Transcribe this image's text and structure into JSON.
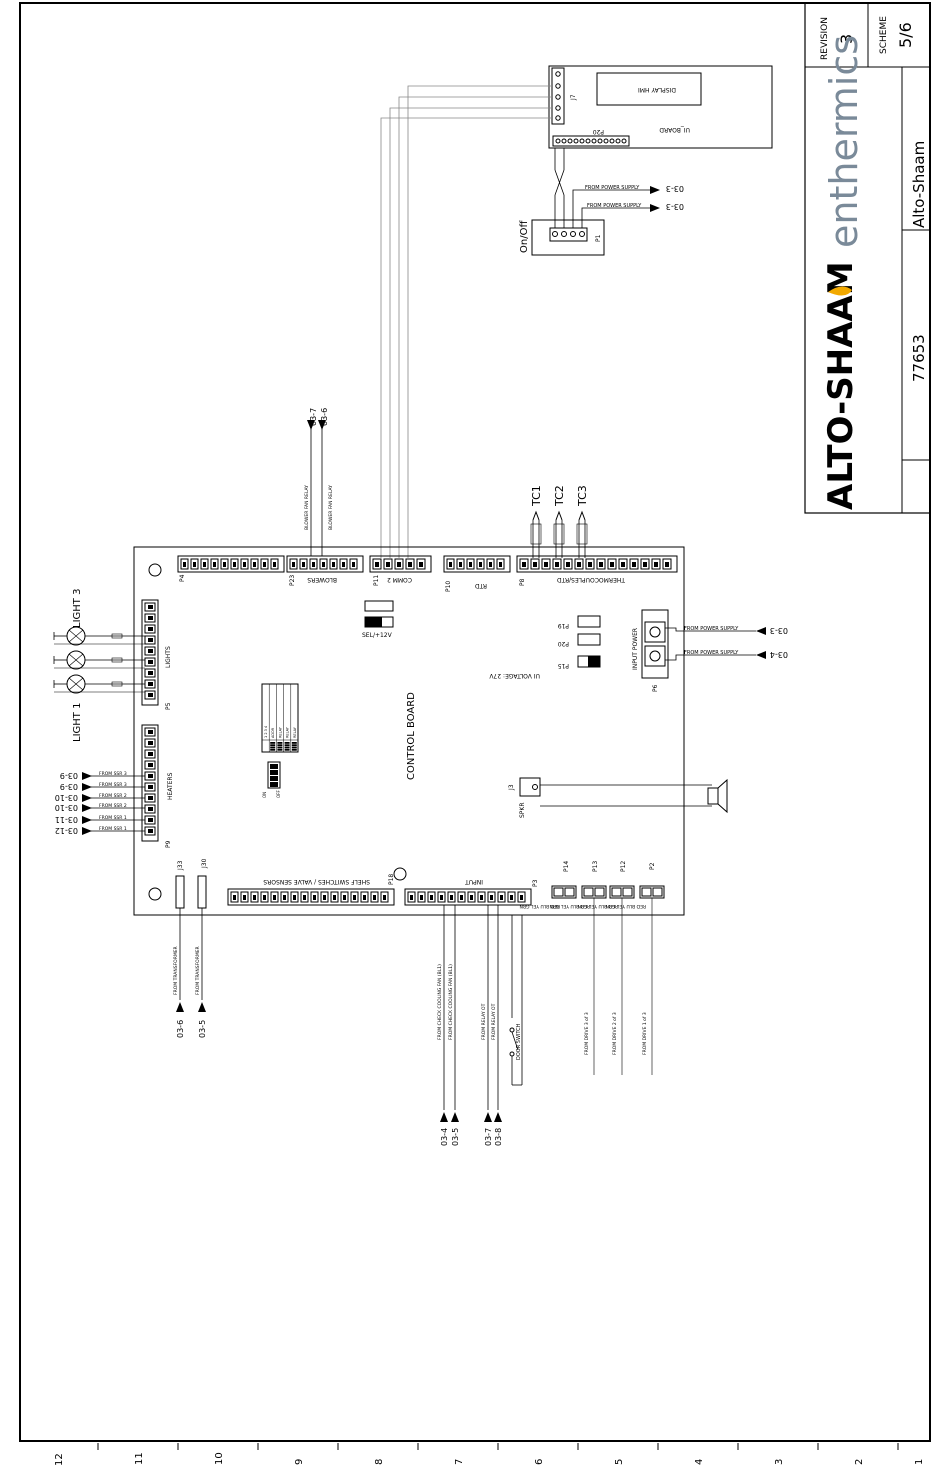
{
  "title_block": {
    "revision_label": "REVISION",
    "revision_value": "3",
    "scheme_label": "SCHEME",
    "scheme_value": "5/6",
    "company": "Alto-Shaam",
    "drawing_number": "77653",
    "logo_altoshaam": "ALTO-SHAAM",
    "logo_enthermics": "enthermics"
  },
  "board": {
    "title": "CONTROL BOARD",
    "sel_label": "SEL/+12V",
    "ui_voltage": "UI VOLTAGE: 27V",
    "input_power": "INPUT POWER"
  },
  "connectors": {
    "p4": "P4",
    "p23": "P23",
    "p11": "P11",
    "p10": "P10",
    "p8": "P8",
    "p5": "P5",
    "p9": "P9",
    "p15": "P15",
    "p19": "P19",
    "p20": "P20",
    "p6": "P6",
    "j3": "J3",
    "j33": "J33",
    "j30": "J30",
    "p18": "P18",
    "p3": "P3",
    "p14": "P14",
    "p13": "P13",
    "p12": "P12",
    "p2": "P2",
    "blowers": "BLOWERS",
    "comm2": "COMM 2",
    "rtd": "RTD",
    "thermocouples": "THERMOCOUPLES/RTD",
    "lights": "LIGHTS",
    "heaters": "HEATERS",
    "shelf": "SHELF SWITCHES / VALVE SENSORS",
    "input": "INPUT",
    "spkr": "SPKR"
  },
  "hmi": {
    "display": "DISPLAY HMI",
    "ui_board": "UI_BOARD",
    "p20": "P20",
    "j7": "J7",
    "p1": "P1",
    "onoff": "On/Off",
    "from_ps": "FROM POWER SUPPLY",
    "ref1": "03-3",
    "ref2": "03-3"
  },
  "blower_refs": {
    "relay": "BLOWER FAN RELAY",
    "ref1": "03-7",
    "ref2": "03-6"
  },
  "thermocouples": [
    "TC1",
    "TC2",
    "TC3"
  ],
  "lights": {
    "light3": "LIGHT 3",
    "light1": "LIGHT 1"
  },
  "heater_feeds": [
    {
      "label": "FROM SSR 3",
      "ref": "03-9"
    },
    {
      "label": "FROM SSR 3",
      "ref": "03-9"
    },
    {
      "label": "FROM SSR 2",
      "ref": "03-10"
    },
    {
      "label": "FROM SSR 2",
      "ref": "03-10"
    },
    {
      "label": "FROM SSR 1",
      "ref": "03-11"
    },
    {
      "label": "FROM SSR 1",
      "ref": "03-12"
    }
  ],
  "power_feeds": [
    {
      "label": "FROM POWER SUPPLY",
      "ref": "03-3"
    },
    {
      "label": "FROM POWER SUPPLY",
      "ref": "03-4"
    }
  ],
  "transformer": [
    {
      "label": "FROM TRANSFORMER",
      "ref": "03-6"
    },
    {
      "label": "FROM TRANSFORMER",
      "ref": "03-5"
    }
  ],
  "input_feeds": [
    {
      "label": "FROM CHECK COOLING FAN (BL1)",
      "ref": "03-4"
    },
    {
      "label": "FROM CHECK COOLING FAN (BL1)",
      "ref": "03-5"
    },
    {
      "label": "FROM RELAY OT",
      "ref": "03-7"
    },
    {
      "label": "FROM RELAY OT",
      "ref": "03-8"
    }
  ],
  "door_switch": "DOOR SWITCH",
  "drives": [
    "FROM DRIVE 3 of 3",
    "FROM DRIVE 2 of 3",
    "FROM DRIVE 1 of 3"
  ],
  "drive_pins": "RED BLU YEL GRN",
  "dip": {
    "on": "ON",
    "off": "OFF",
    "rows": [
      "1 2 3 4",
      "ADDR",
      "RELAY",
      "RELAY",
      "RELAY"
    ]
  },
  "ruler": [
    "12",
    "11",
    "10",
    "9",
    "8",
    "7",
    "6",
    "5",
    "4",
    "3",
    "2",
    "1"
  ]
}
